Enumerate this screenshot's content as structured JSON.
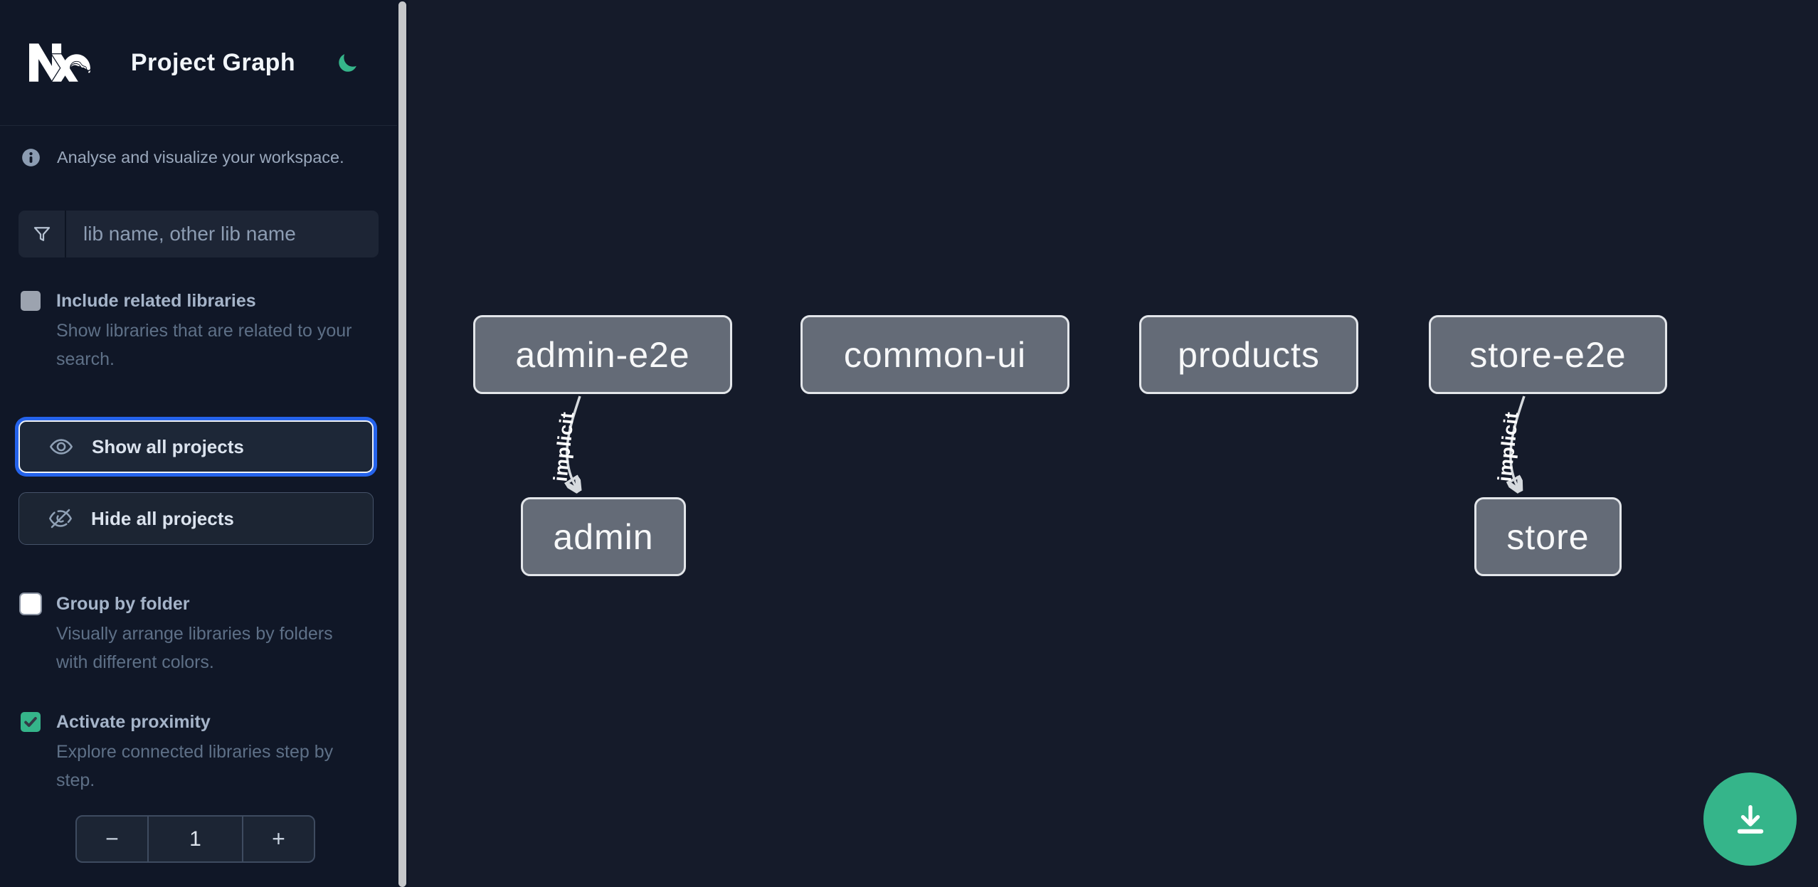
{
  "header": {
    "title": "Project Graph",
    "logo": "nx-logo",
    "theme_icon": "moon-icon"
  },
  "intro": {
    "icon": "info-icon",
    "text": "Analyse and visualize your workspace."
  },
  "search": {
    "icon": "funnel-icon",
    "placeholder": "lib name, other lib name",
    "value": ""
  },
  "options": {
    "include_related": {
      "label": "Include related libraries",
      "description": "Show libraries that are related to your search.",
      "checked": false
    },
    "group_by_folder": {
      "label": "Group by folder",
      "description": "Visually arrange libraries by folders with different colors.",
      "checked": false
    },
    "activate_proximity": {
      "label": "Activate proximity",
      "description": "Explore connected libraries step by step.",
      "checked": true
    }
  },
  "actions": {
    "show_all": {
      "label": "Show all projects",
      "icon": "eye-icon",
      "focused": true
    },
    "hide_all": {
      "label": "Hide all projects",
      "icon": "eye-off-icon",
      "focused": false
    }
  },
  "proximity_stepper": {
    "decrement": "−",
    "value": "1",
    "increment": "+"
  },
  "graph": {
    "nodes": [
      {
        "label": "admin-e2e"
      },
      {
        "label": "common-ui"
      },
      {
        "label": "products"
      },
      {
        "label": "store-e2e"
      },
      {
        "label": "admin"
      },
      {
        "label": "store"
      }
    ],
    "edges": [
      {
        "from": "admin-e2e",
        "to": "admin",
        "label": "implicit"
      },
      {
        "from": "store-e2e",
        "to": "store",
        "label": "implicit"
      }
    ]
  },
  "fab": {
    "icon": "download-icon"
  },
  "colors": {
    "accent_green": "#35b58a",
    "focus_blue": "#2563eb",
    "node_fill": "#646b77",
    "node_border": "#e3e6ea",
    "edge": "#d6dade",
    "sidebar_bg": "#101727",
    "canvas_bg": "#151b2a"
  }
}
